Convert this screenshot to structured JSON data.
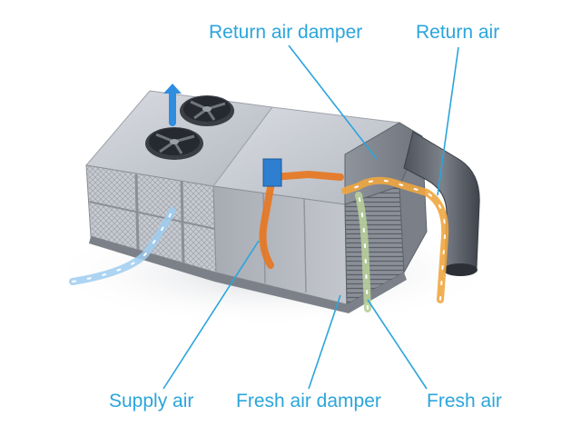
{
  "labels": {
    "return_air_damper": "Return air damper",
    "return_air": "Return air",
    "supply_air": "Supply air",
    "fresh_air_damper": "Fresh air damper",
    "fresh_air": "Fresh air"
  },
  "colors": {
    "label": "#2aa5dc",
    "leader_line": "#2aa5dc",
    "return_air_stream": "#f0a640",
    "supply_air_stream": "#2f8de0",
    "fresh_air_stream": "#b7cf9a",
    "heated_stream": "#e8761e",
    "unit_body": "#b9bcc4"
  }
}
